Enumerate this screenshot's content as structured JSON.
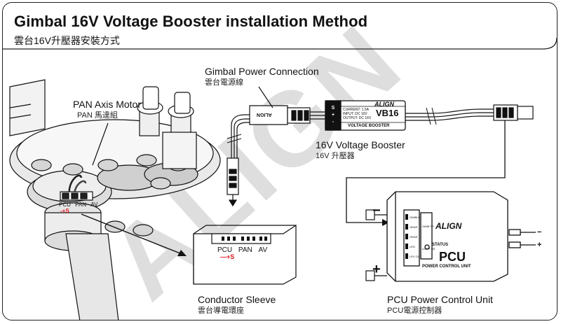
{
  "title": {
    "main": "Gimbal 16V Voltage Booster installation Method",
    "sub": "雲台16V升壓器安裝方式"
  },
  "watermark": "ALIGN",
  "labels": {
    "pan_motor": {
      "en": "PAN Axis Motor",
      "zh": "PAN 馬達組"
    },
    "gimbal_power": {
      "en": "Gimbal Power Connection",
      "zh": "雲台電源線"
    },
    "booster": {
      "en": "16V Voltage Booster",
      "zh": "16V 升壓器"
    },
    "sleeve": {
      "en": "Conductor Sleeve",
      "zh": "雲台導電環座"
    },
    "pcu": {
      "en": "PCU Power Control Unit",
      "zh": "PCU電源控制器"
    }
  },
  "connectors": {
    "motor_port_labels": [
      "PCU",
      "PAN",
      "AV"
    ],
    "motor_marks": "-+S",
    "sleeve_port_labels": [
      "PCU",
      "PAN",
      "AV"
    ],
    "sleeve_marks": "—+S"
  },
  "booster_device": {
    "brand": "ALIGN",
    "model": "VB16",
    "spec_lines": [
      "CURRENT: 1.5A",
      "INPUT: DC 10V",
      "OUTPUT: DC 16V"
    ],
    "caption": "VOLTAGE BOOSTER",
    "pins": [
      "S",
      "+",
      "-"
    ],
    "plug_text": "ALIGN"
  },
  "pcu_device": {
    "brand": "ALIGN",
    "status": "STATUS",
    "model": "PCU",
    "caption": "POWER CONTROL UNIT",
    "ports": [
      "GIMBLE",
      "GEAR",
      "GEAR",
      "LED",
      "LEV OUT"
    ],
    "side_text": [
      "GIMB TR",
      "LIGHT SR"
    ],
    "minus_sign": "−",
    "plus_sign": "+",
    "right_minus": "−",
    "right_plus": "+"
  }
}
